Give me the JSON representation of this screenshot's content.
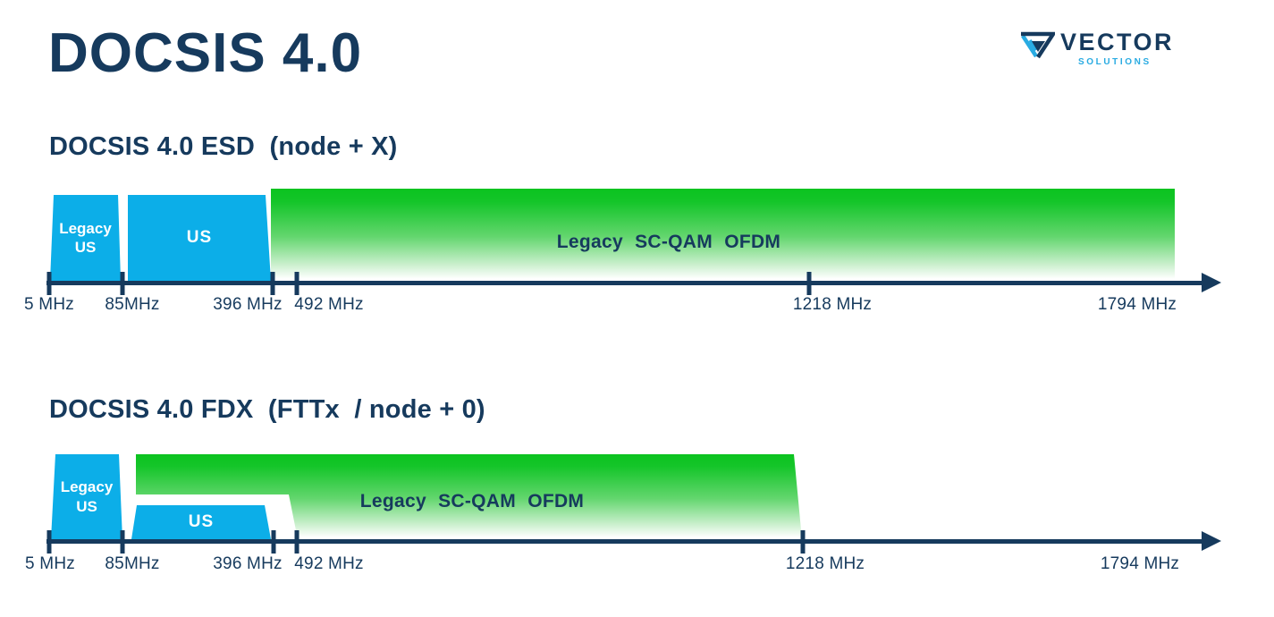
{
  "page_title": "DOCSIS 4.0",
  "logo": {
    "brand": "VECTOR",
    "tagline": "SOLUTIONS"
  },
  "colors": {
    "navy": "#163A5D",
    "upstream_blue": "#0CAEE8",
    "downstream_green": "#0BC31F",
    "logo_blue": "#29ABE2"
  },
  "sections": [
    {
      "id": "esd",
      "title": "DOCSIS 4.0 ESD  (node + X)",
      "bands": {
        "legacy_us": "Legacy US",
        "us": "US",
        "downstream": "Legacy SC-QAM OFDM"
      },
      "axis_labels": [
        "5 MHz",
        "85MHz",
        "396 MHz",
        "492 MHz",
        "1218 MHz",
        "1794 MHz"
      ]
    },
    {
      "id": "fdx",
      "title": "DOCSIS 4.0 FDX  (FTTx  / node + 0)",
      "bands": {
        "legacy_us": "Legacy US",
        "us": "US",
        "downstream": "Legacy SC-QAM OFDM"
      },
      "axis_labels": [
        "5 MHz",
        "85MHz",
        "396 MHz",
        "492 MHz",
        "1218 MHz",
        "1794 MHz"
      ]
    }
  ]
}
